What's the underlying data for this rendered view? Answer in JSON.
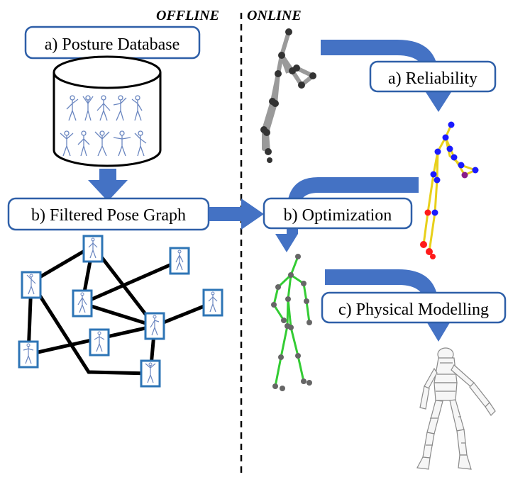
{
  "headers": {
    "offline": "OFFLINE",
    "online": "ONLINE"
  },
  "boxes": {
    "posture_database": "a) Posture Database",
    "filtered_pose_graph": "b) Filtered Pose Graph",
    "reliability": "a) Reliability",
    "optimization": "b) Optimization",
    "physical_modelling": "c) Physical Modelling"
  },
  "colors": {
    "box_border": "#2e5fa8",
    "arrow": "#4472c4",
    "skeleton_gray": "#9a9a9a",
    "skeleton_yellow": "#e8d01a",
    "skeleton_green": "#33cc33",
    "joint_blue": "#1a1aff",
    "joint_red": "#ff1a1a",
    "joint_dark": "#333333"
  }
}
